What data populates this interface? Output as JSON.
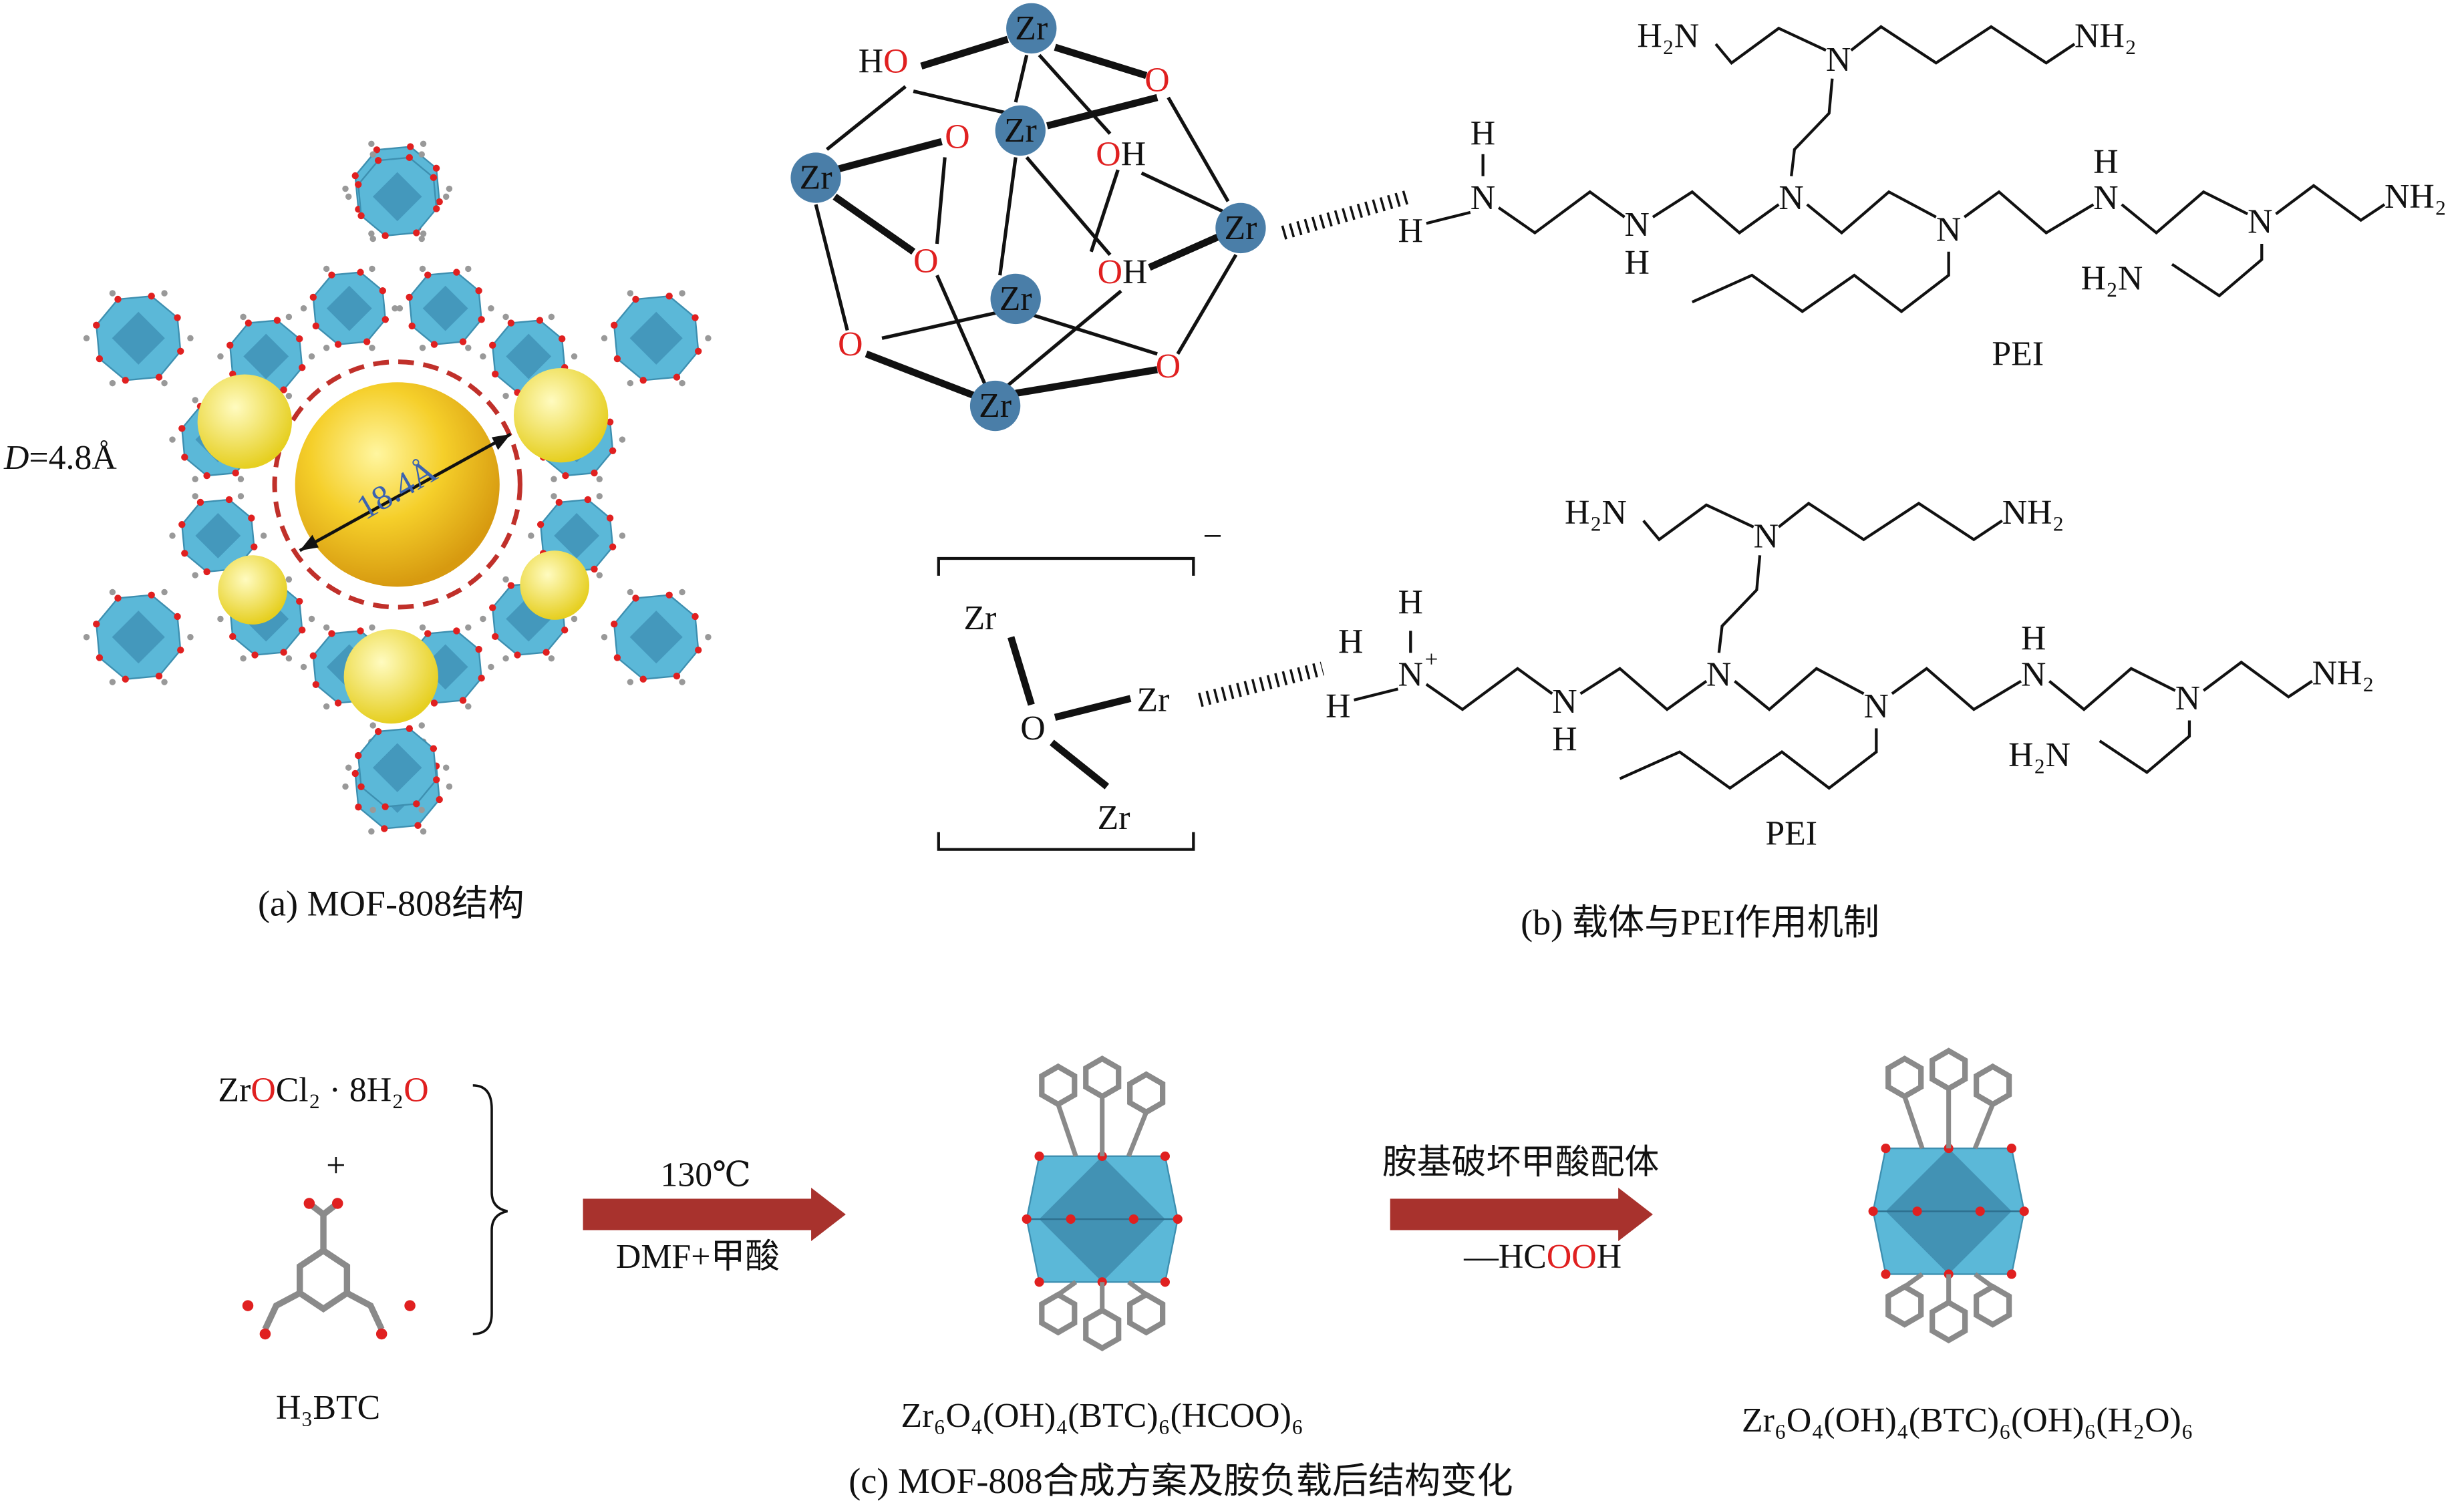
{
  "panel_a": {
    "pore_label": "18.4Å",
    "d_label_italic": "D",
    "d_label_value": "=4.8Å",
    "caption": "(a) MOF-808结构"
  },
  "panel_b": {
    "cluster": {
      "zr": "Zr",
      "ho": "H",
      "o": "O",
      "oh_h": "H"
    },
    "pei_top": {
      "h2n_top": "H₂N",
      "nh2_top": "NH₂",
      "n": "N",
      "h": "H",
      "nh2_right": "NH₂",
      "h2n_bottom": "H₂N",
      "label": "PEI"
    },
    "bracket": {
      "charge": "−",
      "zr": "Zr",
      "o": "O"
    },
    "pei_bottom": {
      "h2n_top": "H₂N",
      "nh2_top": "NH₂",
      "n": "N",
      "h": "H",
      "plus": "+",
      "nh2_right": "NH₂",
      "h2n_bottom": "H₂N",
      "label": "PEI"
    },
    "caption": "(b) 载体与PEI作用机制"
  },
  "panel_c": {
    "reactant1_parts": [
      "Zr",
      "O",
      "Cl₂ · 8H₂",
      "O"
    ],
    "plus": "+",
    "reactant2": "H₃BTC",
    "arrow1_top": "130℃",
    "arrow1_bottom": "DMF+甲酸",
    "product1": "Zr₆O₄(OH)₄(BTC)₆(HCOO)₆",
    "arrow2_top": "胺基破坏甲酸配体",
    "arrow2_bottom_parts": [
      "—HC",
      "OO",
      "H"
    ],
    "product2": "Zr₆O₄(OH)₄(BTC)₆(OH)₆(H₂O)₆",
    "caption": "(c) MOF-808合成方案及胺负载后结构变化"
  },
  "colors": {
    "zr_node": "#4a7ea8",
    "polyhedra": "#5bb8d8",
    "arrow": "#a8322d",
    "pore_sphere": "#f2c81e",
    "oxygen": "#e02020"
  }
}
